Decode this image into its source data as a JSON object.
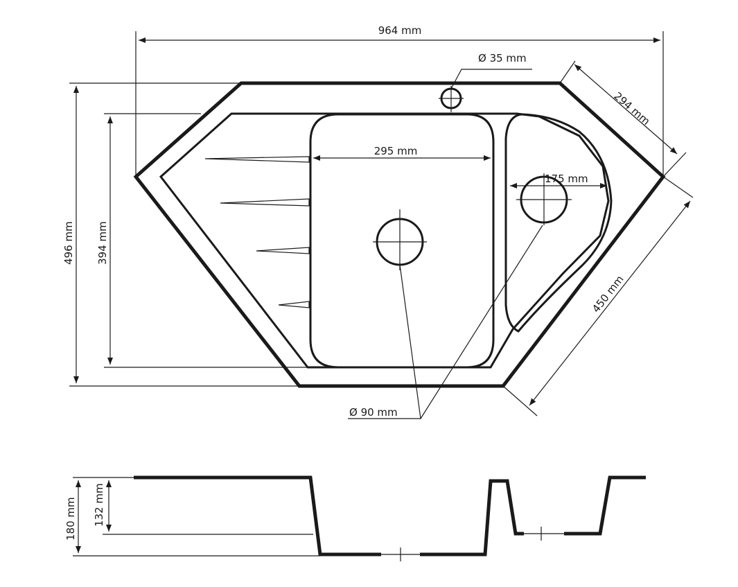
{
  "dimensions": {
    "overall_width": "964 mm",
    "tap_hole": "Ø 35 mm",
    "corner_side": "294 mm",
    "overall_depth": "496 mm",
    "bowl_depth_top": "394 mm",
    "main_bowl_width": "295 mm",
    "small_bowl_width": "175 mm",
    "front_side": "450 mm",
    "drain_diameter": "Ø 90 mm",
    "sink_height": "180 mm",
    "bowl_height": "132 mm"
  }
}
